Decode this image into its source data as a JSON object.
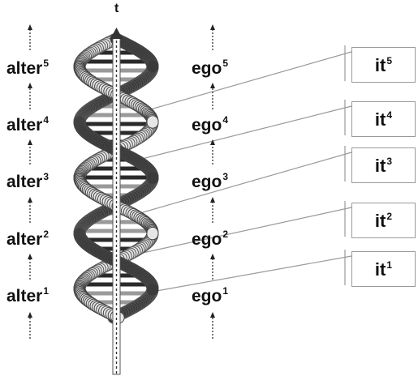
{
  "axis_label": "t",
  "alter": [
    {
      "base": "alter",
      "sup": "1"
    },
    {
      "base": "alter",
      "sup": "2"
    },
    {
      "base": "alter",
      "sup": "3"
    },
    {
      "base": "alter",
      "sup": "4"
    },
    {
      "base": "alter",
      "sup": "5"
    }
  ],
  "ego": [
    {
      "base": "ego",
      "sup": "1"
    },
    {
      "base": "ego",
      "sup": "2"
    },
    {
      "base": "ego",
      "sup": "3"
    },
    {
      "base": "ego",
      "sup": "4"
    },
    {
      "base": "ego",
      "sup": "5"
    }
  ],
  "it": [
    {
      "base": "it",
      "sup": "1"
    },
    {
      "base": "it",
      "sup": "2"
    },
    {
      "base": "it",
      "sup": "3"
    },
    {
      "base": "it",
      "sup": "4"
    },
    {
      "base": "it",
      "sup": "5"
    }
  ],
  "colors": {
    "dark_strand": "#3a3a3a",
    "light_strand": "#e6e6e6",
    "rung_dark": "#2a2a2a",
    "rung_light": "#9a9a9a",
    "connector": "#9a9a9a",
    "arrow": "#222222"
  }
}
